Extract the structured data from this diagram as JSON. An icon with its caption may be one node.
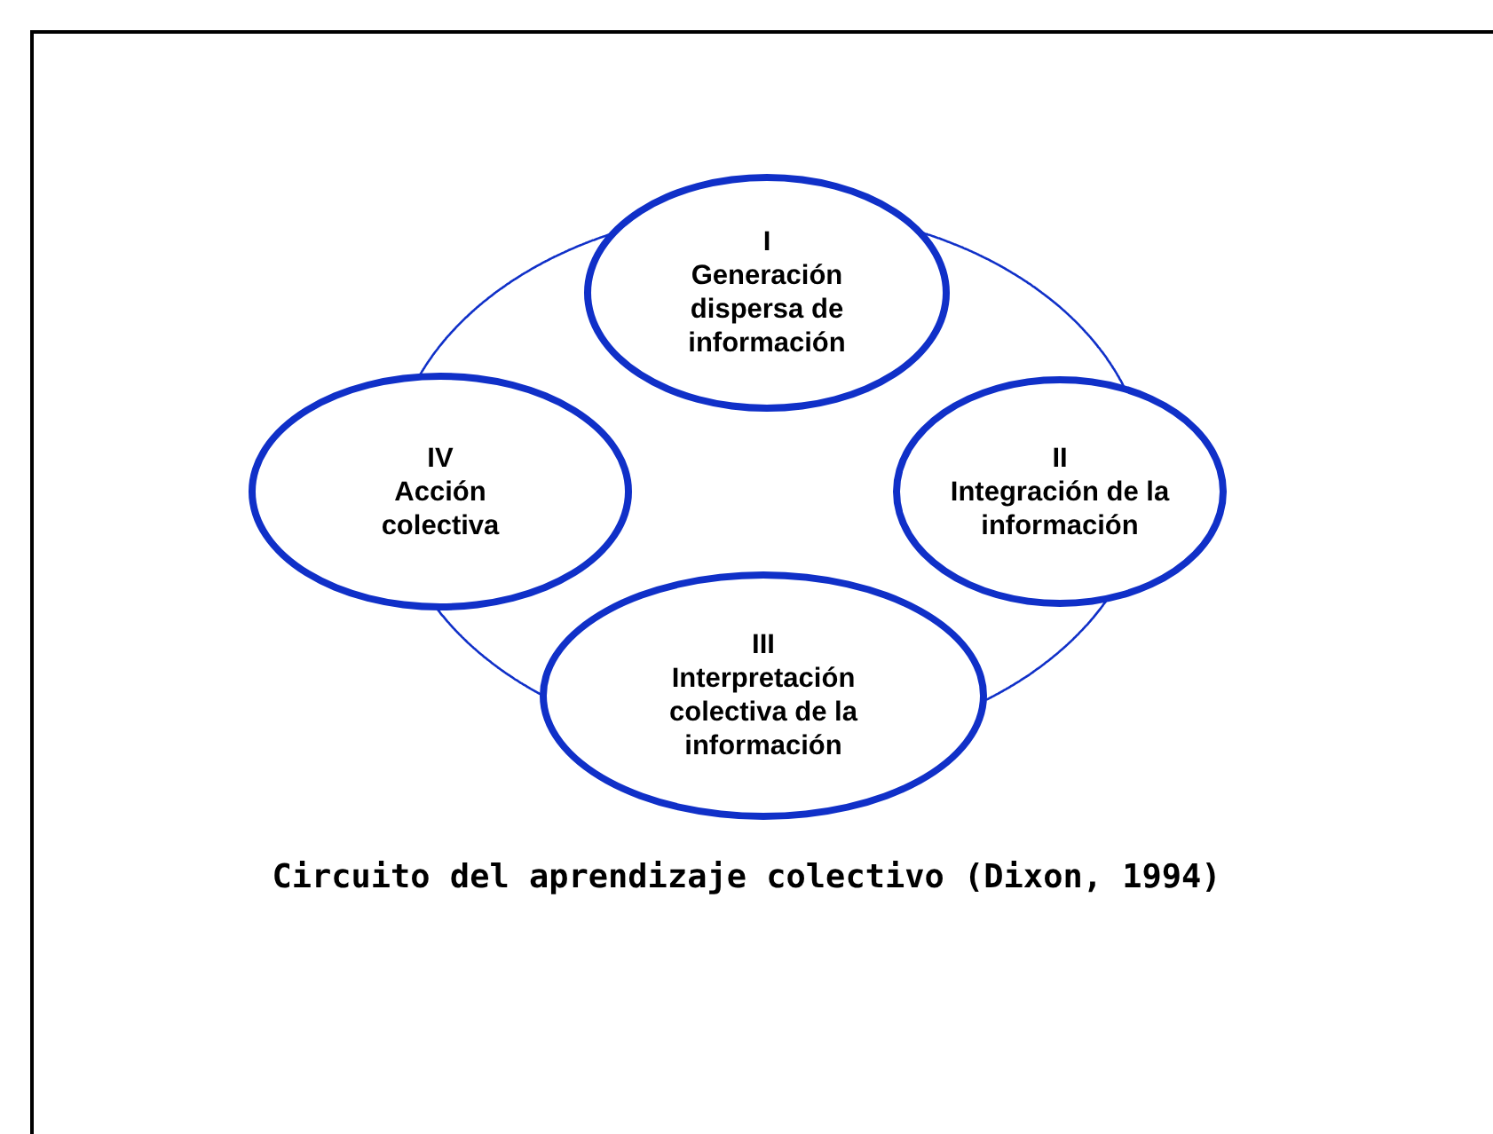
{
  "diagram": {
    "caption": "Circuito del aprendizaje colectivo (Dixon, 1994)",
    "nodes": [
      {
        "text": [
          "I",
          "Generación dispersa de información"
        ]
      },
      {
        "text": [
          "II",
          "Integración de la información"
        ]
      },
      {
        "text": [
          "III",
          "Interpretación colectiva de la información"
        ]
      },
      {
        "text": [
          "IV",
          "Acción colectiva"
        ]
      }
    ],
    "edges": [
      {
        "from": 0,
        "to": 1,
        "arrow": "none"
      },
      {
        "from": 1,
        "to": 2,
        "arrow": "none"
      },
      {
        "from": 2,
        "to": 3,
        "arrow": "none"
      },
      {
        "from": 3,
        "to": 0,
        "arrow": "none"
      }
    ]
  }
}
